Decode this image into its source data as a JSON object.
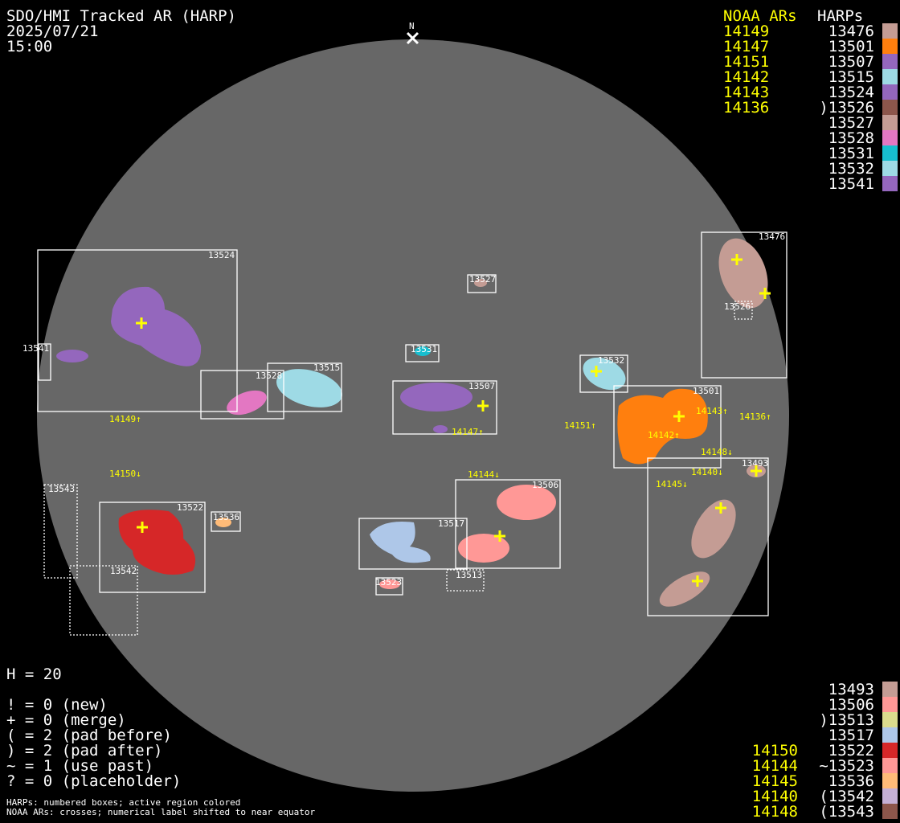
{
  "header": {
    "title": "SDO/HMI Tracked AR (HARP)",
    "date": "2025/07/21",
    "time": "15:00",
    "north_label": "N"
  },
  "legend_top": {
    "noaa_header": "NOAA ARs",
    "harp_header": "HARPs",
    "noaa": [
      "14149",
      "14147",
      "14151",
      "14142",
      "14143",
      "14136"
    ],
    "harps": [
      {
        "label": "13476",
        "color": "#c49c94"
      },
      {
        "label": "13501",
        "color": "#ff7f0e"
      },
      {
        "label": "13507",
        "color": "#9467bd"
      },
      {
        "label": "13515",
        "color": "#9edae5"
      },
      {
        "label": "13524",
        "color": "#9467bd"
      },
      {
        "label": ")13526",
        "color": "#8c564b"
      },
      {
        "label": "13527",
        "color": "#c49c94"
      },
      {
        "label": "13528",
        "color": "#e377c2"
      },
      {
        "label": "13531",
        "color": "#17becf"
      },
      {
        "label": "13532",
        "color": "#9edae5"
      },
      {
        "label": "13541",
        "color": "#9467bd"
      }
    ]
  },
  "legend_bottom": {
    "noaa": [
      "14150",
      "14144",
      "14145",
      "14140",
      "14148"
    ],
    "harps": [
      {
        "label": "13493",
        "color": "#c49c94"
      },
      {
        "label": "13506",
        "color": "#ff9896"
      },
      {
        "label": ")13513",
        "color": "#dbdb8d"
      },
      {
        "label": "13517",
        "color": "#aec7e8"
      },
      {
        "label": "13522",
        "color": "#d62728"
      },
      {
        "label": "~13523",
        "color": "#ff9896"
      },
      {
        "label": "13536",
        "color": "#ffbb78"
      },
      {
        "label": "(13542",
        "color": "#c5b0d5"
      },
      {
        "label": "(13543",
        "color": "#8c564b"
      }
    ]
  },
  "stats": {
    "h": "H = 20",
    "lines": [
      "! = 0 (new)",
      "+ = 0 (merge)",
      "( = 2 (pad before)",
      ") = 2 (pad after)",
      "~ = 1 (use past)",
      "? = 0 (placeholder)"
    ]
  },
  "footer": [
    "HARPs: numbered boxes; active region colored",
    "NOAA ARs: crosses; numerical label shifted to near equator"
  ],
  "harp_boxes": [
    "13524",
    "13541",
    "13528",
    "13515",
    "13527",
    "13531",
    "13507",
    "13532",
    "13476",
    "13526",
    "13501",
    "13493",
    "13506",
    "13517",
    "13513",
    "13523",
    "13522",
    "13536",
    "13543",
    "13542"
  ],
  "noaa_labels": [
    "14149↑",
    "14150↓",
    "14147↑",
    "14151↑",
    "14143↑",
    "14136↑",
    "14142↑",
    "14144↓",
    "14148↓",
    "14140↓",
    "14145↓"
  ]
}
